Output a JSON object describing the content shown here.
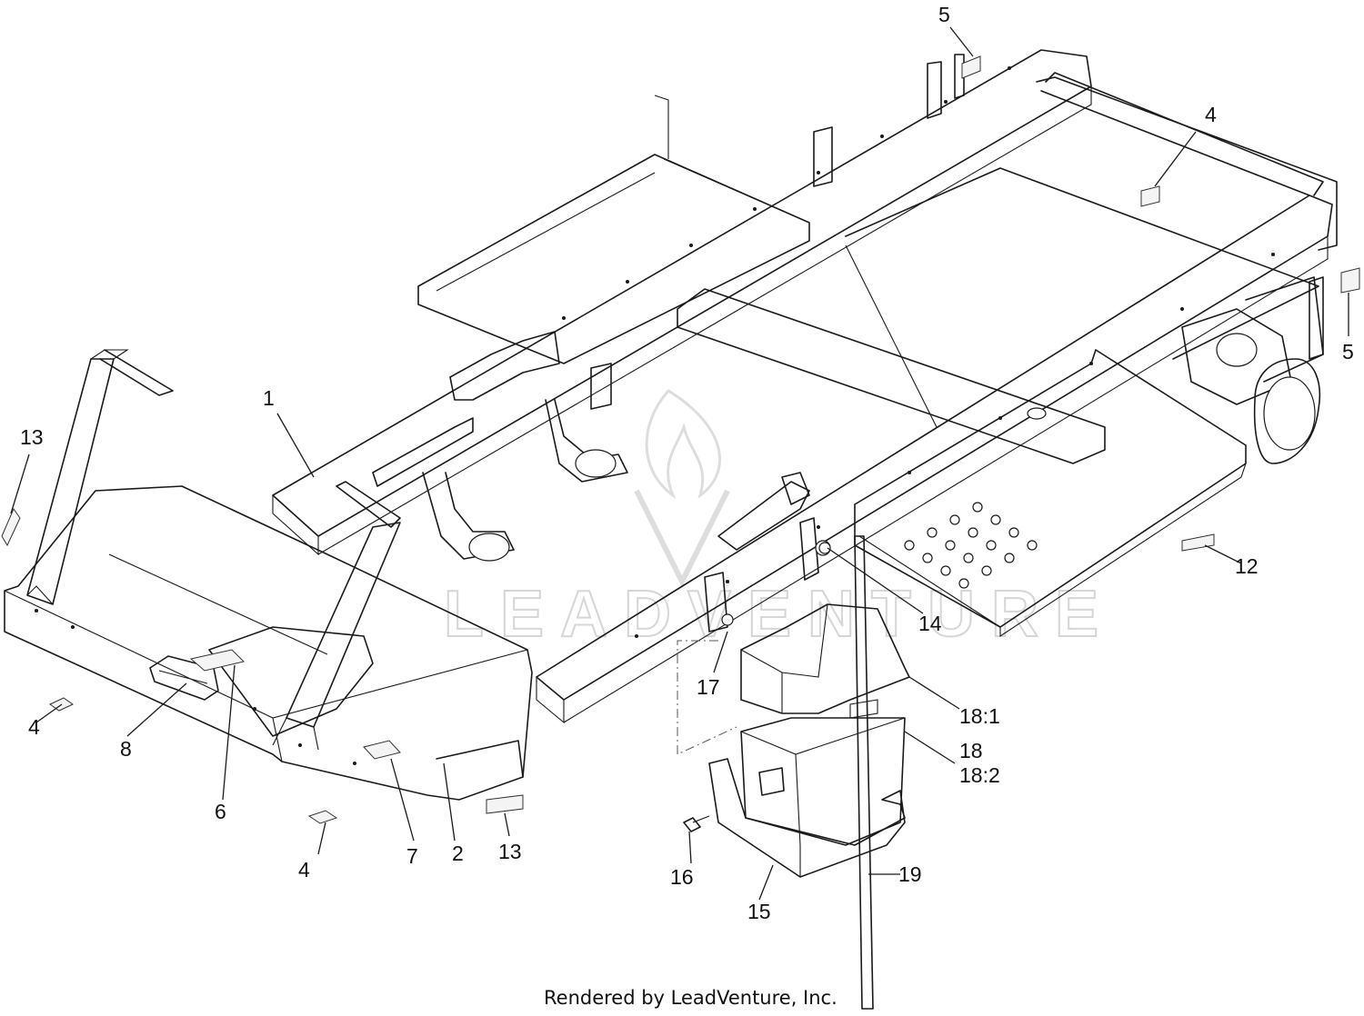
{
  "callouts": [
    {
      "id": "c1",
      "text": "1"
    },
    {
      "id": "c2",
      "text": "2"
    },
    {
      "id": "c4a",
      "text": "4"
    },
    {
      "id": "c4b",
      "text": "4"
    },
    {
      "id": "c4c",
      "text": "4"
    },
    {
      "id": "c5a",
      "text": "5"
    },
    {
      "id": "c5b",
      "text": "5"
    },
    {
      "id": "c6",
      "text": "6"
    },
    {
      "id": "c7",
      "text": "7"
    },
    {
      "id": "c8",
      "text": "8"
    },
    {
      "id": "c12",
      "text": "12"
    },
    {
      "id": "c13a",
      "text": "13"
    },
    {
      "id": "c13b",
      "text": "13"
    },
    {
      "id": "c14",
      "text": "14"
    },
    {
      "id": "c15",
      "text": "15"
    },
    {
      "id": "c16",
      "text": "16"
    },
    {
      "id": "c17",
      "text": "17"
    },
    {
      "id": "c18",
      "text": "18"
    },
    {
      "id": "c18_1",
      "text": "18:1"
    },
    {
      "id": "c18_2",
      "text": "18:2"
    },
    {
      "id": "c19",
      "text": "19"
    }
  ],
  "footer": "Rendered by LeadVenture, Inc.",
  "watermark": "LEADVENTURE"
}
